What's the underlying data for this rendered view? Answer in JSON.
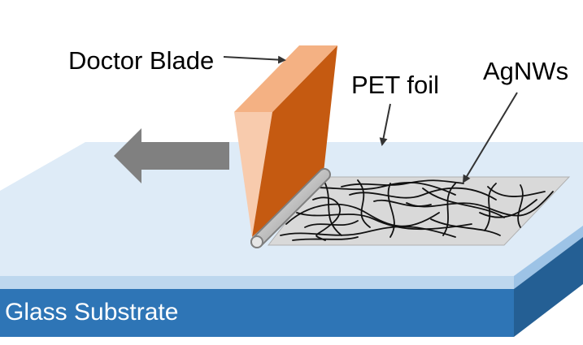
{
  "labels": {
    "doctor_blade": "Doctor Blade",
    "pet_foil": "PET foil",
    "agnws": "AgNWs",
    "glass_substrate": "Glass Substrate"
  },
  "colors": {
    "glass_front": "#2e75b6",
    "glass_side": "#245f94",
    "glass_top": "#deebf7",
    "pet_layer": "#9dc3e6",
    "foil_film": "#d9d9d9",
    "blade_front": "#c55a11",
    "blade_top": "#f4b183",
    "blade_left": "#f8cbad",
    "arrow": "#808080",
    "nanowire": "#111111"
  },
  "icons": {
    "direction_arrow": "left-arrow-icon",
    "roller": "roller-rod-icon"
  }
}
